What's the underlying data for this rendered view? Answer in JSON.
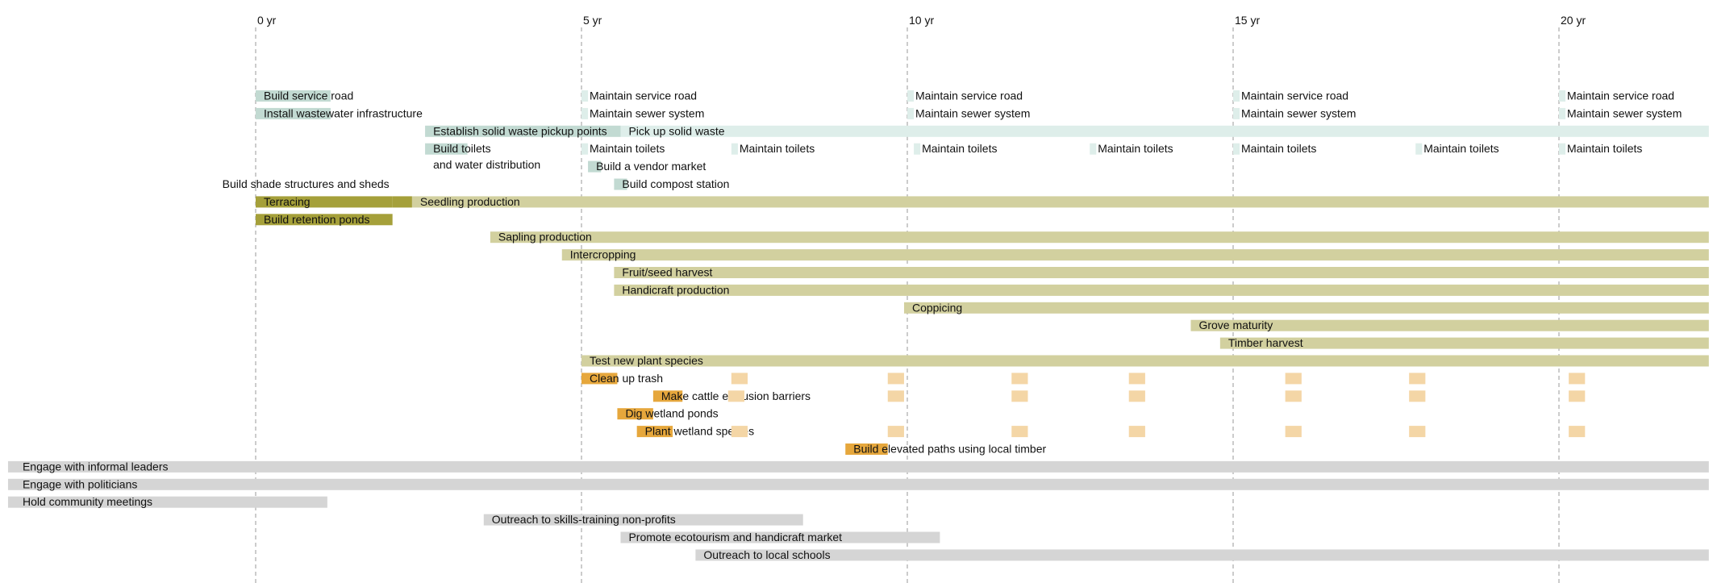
{
  "colors": {
    "infrastructure": "#c2dad2",
    "infrastructure_light": "#deeeea",
    "landscape_dark": "#a5a03a",
    "landscape": "#d2d09f",
    "cleanup": "#e6a73c",
    "cleanup_light": "#f4d6a6",
    "outreach": "#d5d5d5"
  },
  "axis": {
    "unit": "yr",
    "ticks": [
      {
        "value": 0,
        "label": "0 yr"
      },
      {
        "value": 5,
        "label": "5 yr"
      },
      {
        "value": 10,
        "label": "10 yr"
      },
      {
        "value": 15,
        "label": "15 yr"
      },
      {
        "value": 20,
        "label": "20 yr"
      }
    ]
  },
  "rows": [
    {
      "items": [
        {
          "label": "Build service road",
          "start": 0,
          "end": 1.15,
          "group": "infrastructure"
        },
        {
          "label": "Maintain service road",
          "start": 5,
          "end": 5.1,
          "group": "infrastructure_light"
        },
        {
          "label": "Maintain service road",
          "start": 10,
          "end": 10.1,
          "group": "infrastructure_light"
        },
        {
          "label": "Maintain service road",
          "start": 15,
          "end": 15.1,
          "group": "infrastructure_light"
        },
        {
          "label": "Maintain service road",
          "start": 20,
          "end": 20.1,
          "group": "infrastructure_light"
        }
      ]
    },
    {
      "items": [
        {
          "label": "Install wastewater infrastructure",
          "start": 0,
          "end": 1.15,
          "group": "infrastructure"
        },
        {
          "label": "Maintain sewer system",
          "start": 5,
          "end": 5.1,
          "group": "infrastructure_light"
        },
        {
          "label": "Maintain sewer system",
          "start": 10,
          "end": 10.1,
          "group": "infrastructure_light"
        },
        {
          "label": "Maintain sewer system",
          "start": 15,
          "end": 15.1,
          "group": "infrastructure_light"
        },
        {
          "label": "Maintain sewer system",
          "start": 20,
          "end": 20.1,
          "group": "infrastructure_light"
        }
      ]
    },
    {
      "items": [
        {
          "label": "Establish solid waste pickup points",
          "start": 2.6,
          "end": 5.6,
          "group": "infrastructure"
        },
        {
          "label": "Pick up solid waste",
          "start": 5.6,
          "end": 22.3,
          "group": "infrastructure_light"
        }
      ]
    },
    {
      "items": [
        {
          "label": "Build toilets",
          "label2": "and water distribution",
          "start": 2.6,
          "end": 3.25,
          "group": "infrastructure"
        },
        {
          "label": "Maintain toilets",
          "start": 5,
          "end": 5.1,
          "group": "infrastructure_light"
        },
        {
          "label": "Maintain toilets",
          "start": 7.3,
          "end": 7.4,
          "group": "infrastructure_light"
        },
        {
          "label": "Maintain toilets",
          "start": 10.1,
          "end": 10.2,
          "group": "infrastructure_light"
        },
        {
          "label": "Maintain toilets",
          "start": 12.8,
          "end": 12.9,
          "group": "infrastructure_light"
        },
        {
          "label": "Maintain toilets",
          "start": 15,
          "end": 15.1,
          "group": "infrastructure_light"
        },
        {
          "label": "Maintain toilets",
          "start": 17.8,
          "end": 17.9,
          "group": "infrastructure_light"
        },
        {
          "label": "Maintain toilets",
          "start": 20,
          "end": 20.1,
          "group": "infrastructure_light"
        }
      ]
    },
    {
      "items": [
        {
          "label": "Build a vendor market",
          "start": 5.1,
          "end": 5.3,
          "group": "infrastructure"
        }
      ]
    },
    {
      "items": [
        {
          "label": "Build shade structures and sheds",
          "label_side": "left",
          "start": 2.1,
          "end": 2.4,
          "group": "none"
        },
        {
          "label": "Build compost station",
          "start": 5.5,
          "end": 5.7,
          "group": "infrastructure"
        }
      ]
    },
    {
      "items": [
        {
          "label": "Terracing",
          "start": 0,
          "end": 2.1,
          "group": "landscape_dark"
        },
        {
          "label": "",
          "start": 2.1,
          "end": 2.4,
          "group": "landscape_dark"
        },
        {
          "label": "Seedling production",
          "start": 2.4,
          "end": 22.3,
          "group": "landscape"
        }
      ]
    },
    {
      "items": [
        {
          "label": "Build retention ponds",
          "start": 0,
          "end": 2.1,
          "group": "landscape_dark"
        }
      ]
    },
    {
      "items": [
        {
          "label": "Sapling production",
          "start": 3.6,
          "end": 22.3,
          "group": "landscape"
        }
      ]
    },
    {
      "items": [
        {
          "label": "Intercropping",
          "start": 4.7,
          "end": 22.3,
          "group": "landscape"
        }
      ]
    },
    {
      "items": [
        {
          "label": "Fruit/seed harvest",
          "start": 5.5,
          "end": 22.3,
          "group": "landscape"
        }
      ]
    },
    {
      "items": [
        {
          "label": "Handicraft production",
          "start": 5.5,
          "end": 22.3,
          "group": "landscape"
        }
      ]
    },
    {
      "items": [
        {
          "label": "Coppicing",
          "start": 9.95,
          "end": 22.3,
          "group": "landscape"
        }
      ]
    },
    {
      "items": [
        {
          "label": "Grove maturity",
          "start": 14.35,
          "end": 22.3,
          "group": "landscape"
        }
      ]
    },
    {
      "items": [
        {
          "label": "Timber harvest",
          "start": 14.8,
          "end": 22.3,
          "group": "landscape"
        }
      ]
    },
    {
      "items": [
        {
          "label": "Test new plant species",
          "start": 5,
          "end": 22.3,
          "group": "landscape"
        }
      ]
    },
    {
      "items": [
        {
          "label": "Clean up trash",
          "start": 5,
          "end": 5.55,
          "group": "cleanup"
        },
        {
          "label": "",
          "start": 7.3,
          "end": 7.55,
          "group": "cleanup_light"
        },
        {
          "label": "",
          "start": 9.7,
          "end": 9.95,
          "group": "cleanup_light"
        },
        {
          "label": "",
          "start": 11.6,
          "end": 11.85,
          "group": "cleanup_light"
        },
        {
          "label": "",
          "start": 13.4,
          "end": 13.65,
          "group": "cleanup_light"
        },
        {
          "label": "",
          "start": 15.8,
          "end": 16.05,
          "group": "cleanup_light"
        },
        {
          "label": "",
          "start": 17.7,
          "end": 17.95,
          "group": "cleanup_light"
        },
        {
          "label": "",
          "start": 20.15,
          "end": 20.4,
          "group": "cleanup_light"
        }
      ]
    },
    {
      "items": [
        {
          "label": "Make cattle exclusion barriers",
          "start": 6.1,
          "end": 6.55,
          "group": "cleanup"
        },
        {
          "label": "",
          "start": 7.25,
          "end": 7.5,
          "group": "cleanup_light"
        },
        {
          "label": "",
          "start": 9.7,
          "end": 9.95,
          "group": "cleanup_light"
        },
        {
          "label": "",
          "start": 11.6,
          "end": 11.85,
          "group": "cleanup_light"
        },
        {
          "label": "",
          "start": 13.4,
          "end": 13.65,
          "group": "cleanup_light"
        },
        {
          "label": "",
          "start": 15.8,
          "end": 16.05,
          "group": "cleanup_light"
        },
        {
          "label": "",
          "start": 17.7,
          "end": 17.95,
          "group": "cleanup_light"
        },
        {
          "label": "",
          "start": 20.15,
          "end": 20.4,
          "group": "cleanup_light"
        }
      ]
    },
    {
      "items": [
        {
          "label": "Dig wetland ponds",
          "start": 5.55,
          "end": 6.1,
          "group": "cleanup"
        }
      ]
    },
    {
      "items": [
        {
          "label": "Plant wetland species",
          "start": 5.85,
          "end": 6.4,
          "group": "cleanup"
        },
        {
          "label": "",
          "start": 7.3,
          "end": 7.55,
          "group": "cleanup_light"
        },
        {
          "label": "",
          "start": 9.7,
          "end": 9.95,
          "group": "cleanup_light"
        },
        {
          "label": "",
          "start": 11.6,
          "end": 11.85,
          "group": "cleanup_light"
        },
        {
          "label": "",
          "start": 13.4,
          "end": 13.65,
          "group": "cleanup_light"
        },
        {
          "label": "",
          "start": 15.8,
          "end": 16.05,
          "group": "cleanup_light"
        },
        {
          "label": "",
          "start": 17.7,
          "end": 17.95,
          "group": "cleanup_light"
        },
        {
          "label": "",
          "start": 20.15,
          "end": 20.4,
          "group": "cleanup_light"
        }
      ]
    },
    {
      "items": [
        {
          "label": "Build elevated paths using local timber",
          "start": 9.05,
          "end": 9.7,
          "group": "cleanup"
        }
      ]
    },
    {
      "items": [
        {
          "label": "Engage with informal leaders",
          "start": -3.8,
          "end": 22.3,
          "group": "outreach"
        }
      ]
    },
    {
      "items": [
        {
          "label": "Engage with politicians",
          "start": -3.8,
          "end": 22.3,
          "group": "outreach"
        }
      ]
    },
    {
      "items": [
        {
          "label": "Hold community meetings",
          "start": -3.8,
          "end": 1.1,
          "group": "outreach"
        }
      ]
    },
    {
      "items": [
        {
          "label": "Outreach to skills-training non-profits",
          "start": 3.5,
          "end": 8.4,
          "group": "outreach"
        }
      ]
    },
    {
      "items": [
        {
          "label": "Promote ecotourism and handicraft market",
          "start": 5.6,
          "end": 10.5,
          "group": "outreach"
        }
      ]
    },
    {
      "items": [
        {
          "label": "Outreach to local schools",
          "start": 6.75,
          "end": 22.3,
          "group": "outreach"
        }
      ]
    }
  ]
}
